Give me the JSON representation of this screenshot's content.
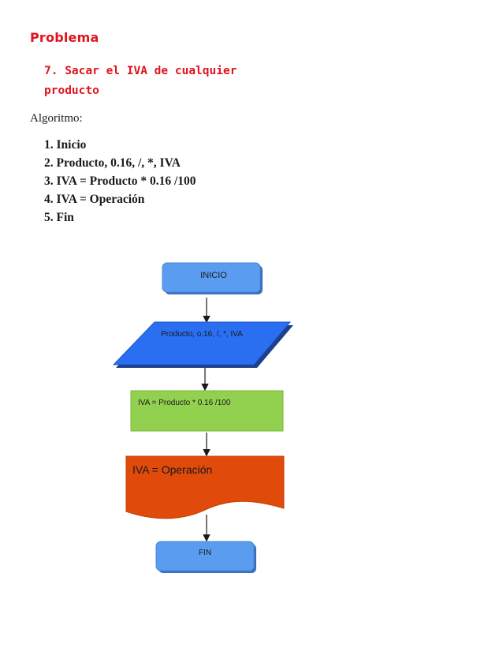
{
  "document": {
    "heading": "Problema",
    "problem_text": "7. Sacar el IVA de cualquier producto",
    "algorithm_label": "Algoritmo:",
    "steps": [
      "1. Inicio",
      "2. Producto, 0.16, /, *, IVA",
      "3. IVA = Producto * 0.16 /100",
      "4. IVA = Operación",
      "5. Fin"
    ]
  },
  "flowchart": {
    "start": "INICIO",
    "input": "Producto, o.16, /, *, IVA",
    "process": "IVA = Producto * 0.16 /100",
    "output": "IVA = Operación",
    "end": "FIN"
  },
  "colors": {
    "heading_red": "#e0141e",
    "start_end_fill": "#5a9cf0",
    "input_fill": "#2a6ff2",
    "process_fill": "#92d050",
    "output_fill": "#e04a0a"
  }
}
